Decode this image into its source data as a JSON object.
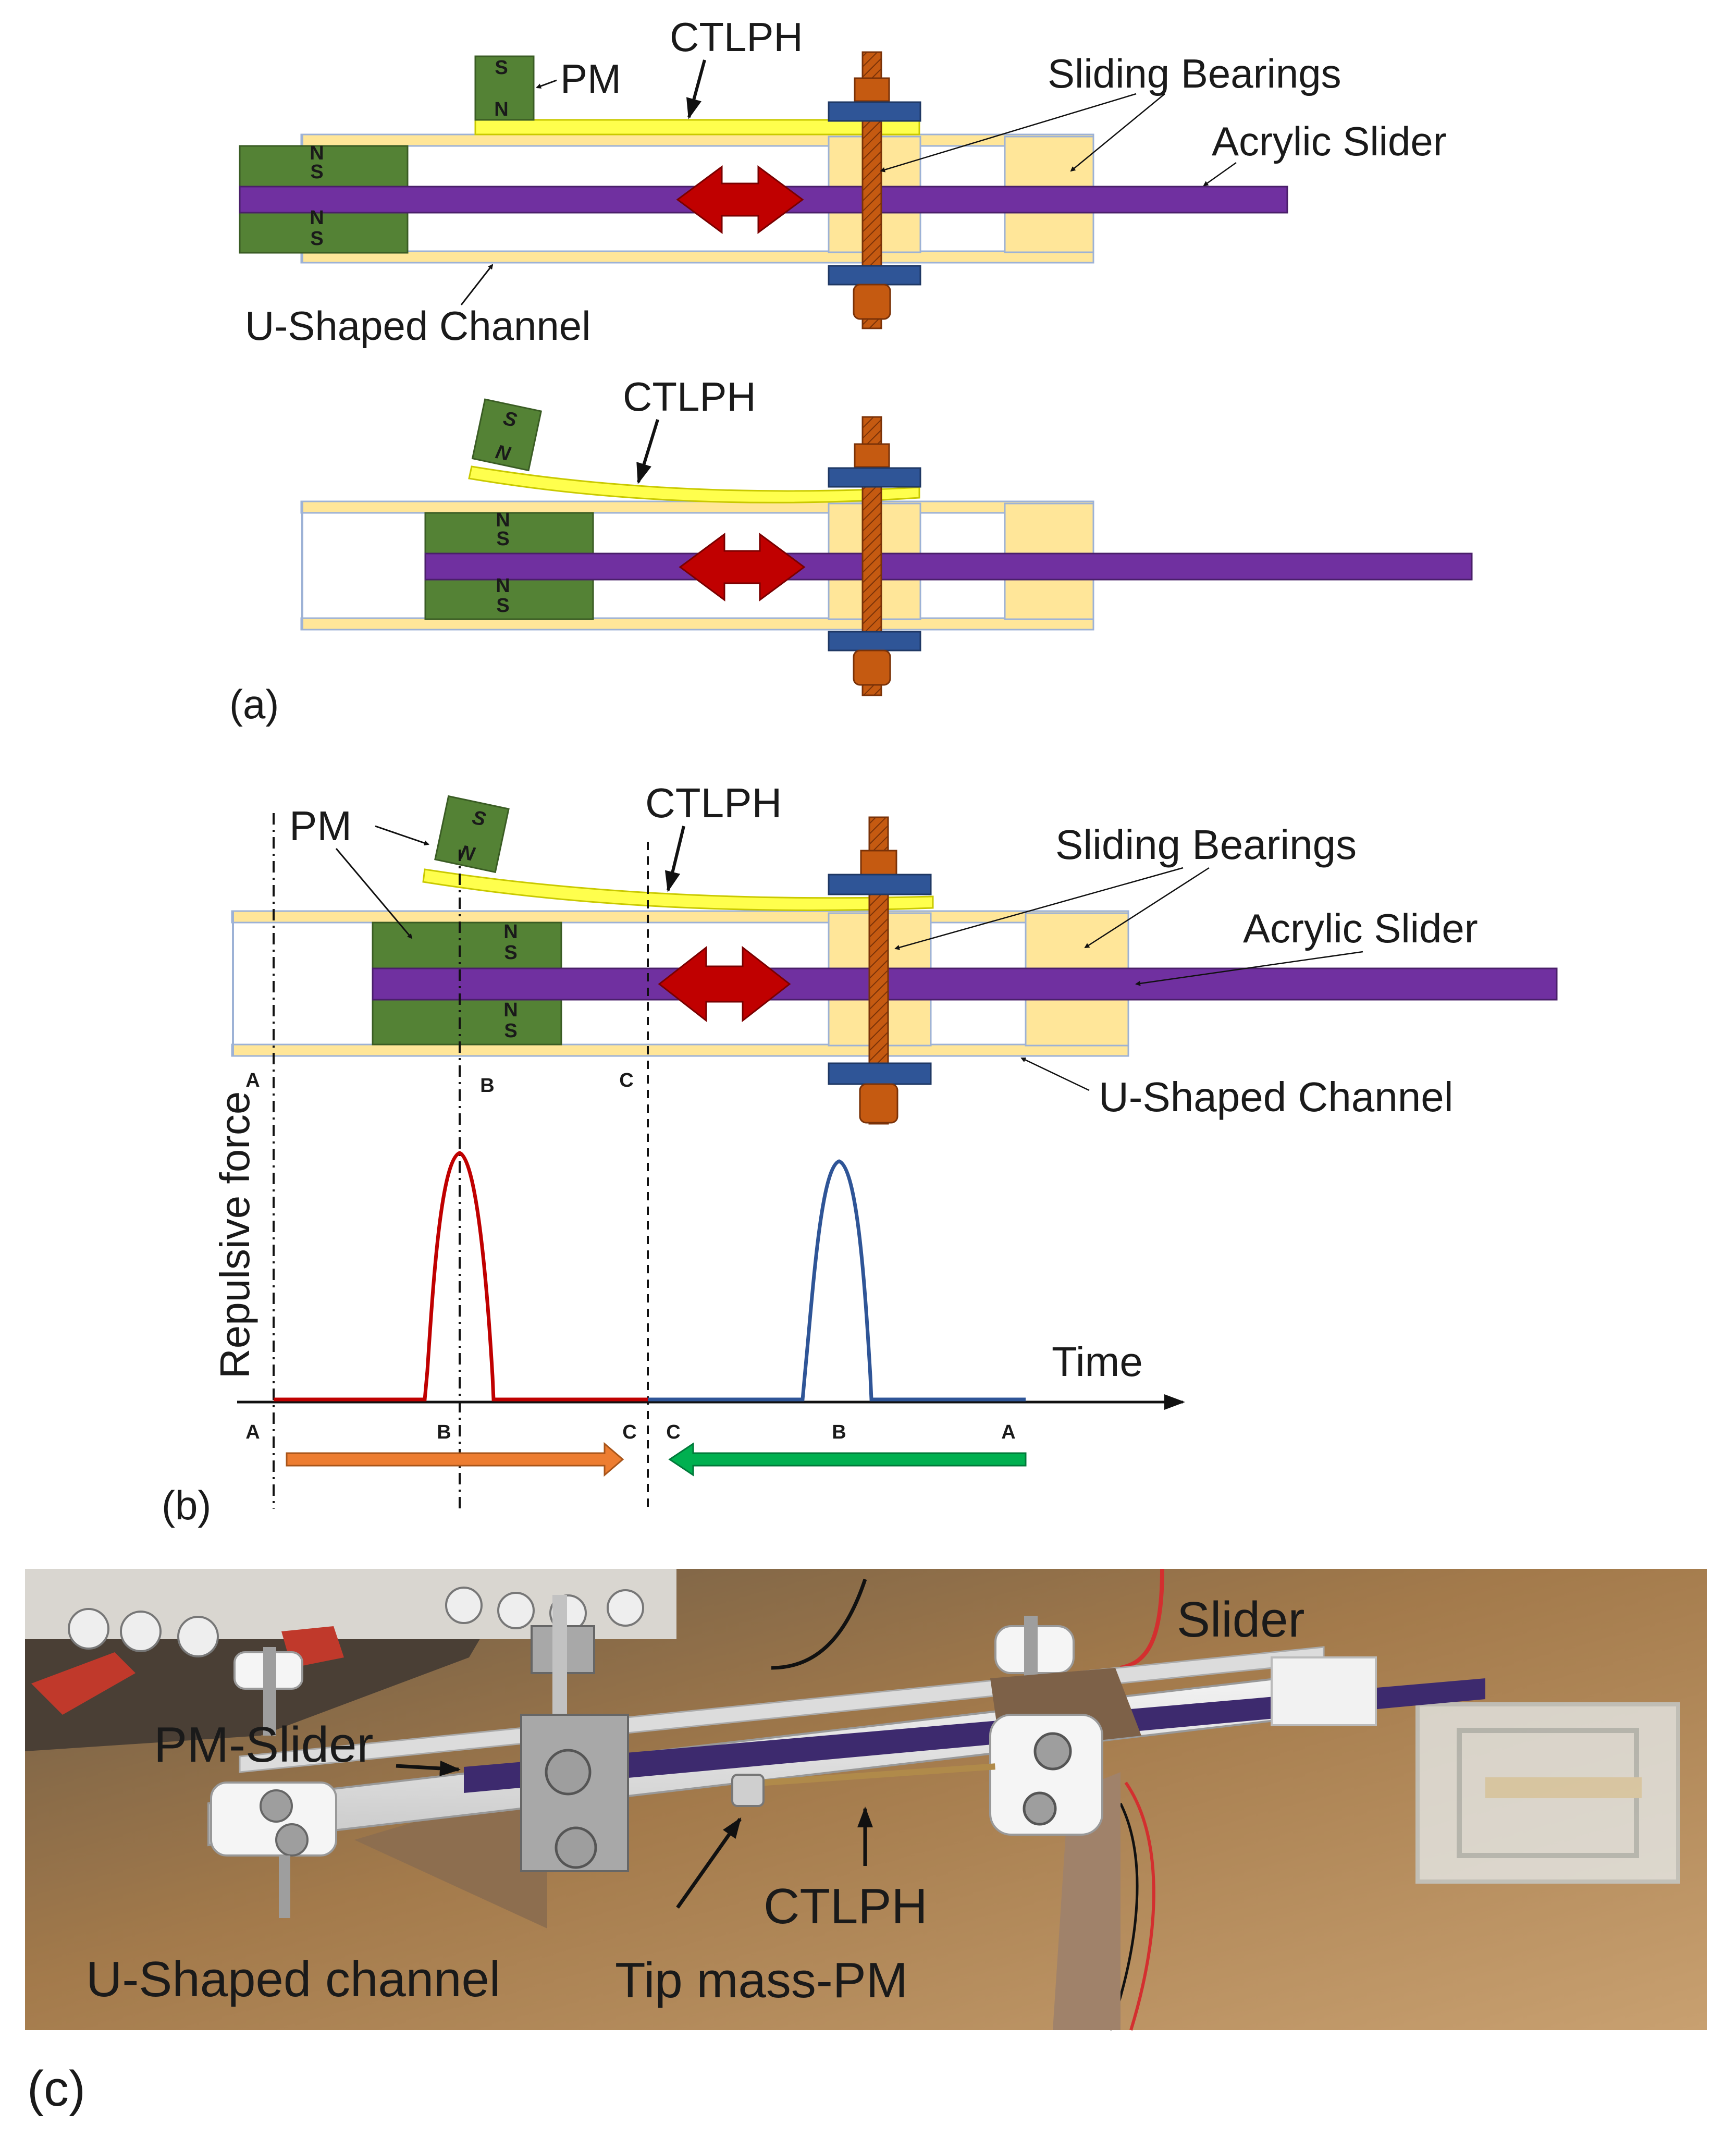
{
  "panel_a": {
    "panel_label": "(a)",
    "top": {
      "pm": "PM",
      "ctlph": "CTLPH",
      "sliding_bearings": "Sliding Bearings",
      "acrylic_slider": "Acrylic Slider",
      "u_channel": "U-Shaped Channel"
    },
    "bottom": {
      "ctlph": "CTLPH"
    },
    "pole_s": "S",
    "pole_n": "N"
  },
  "panel_b": {
    "panel_label": "(b)",
    "pm": "PM",
    "ctlph": "CTLPH",
    "sliding_bearings": "Sliding Bearings",
    "acrylic_slider": "Acrylic Slider",
    "u_channel": "U-Shaped Channel",
    "y_axis": "Repulsive force",
    "x_axis": "Time",
    "points": {
      "a": "A",
      "b": "B",
      "c": "C"
    }
  },
  "panel_c": {
    "panel_label": "(c)",
    "slider": "Slider",
    "pm_slider": "PM-Slider",
    "u_channel": "U-Shaped channel",
    "ctlph": "CTLPH",
    "tip_mass": "Tip mass-PM"
  },
  "colors": {
    "magnet": "#548235",
    "slider": "#7030a0",
    "channel": "#ffe699",
    "beam": "#ffff4d",
    "bolt": "#c55a11",
    "washer": "#2f5597",
    "arrow": "#c00000",
    "pulse_forward": "#c00000",
    "pulse_backward": "#2f5597",
    "arrow_forward": "#ed7d31",
    "arrow_backward": "#00b050"
  }
}
